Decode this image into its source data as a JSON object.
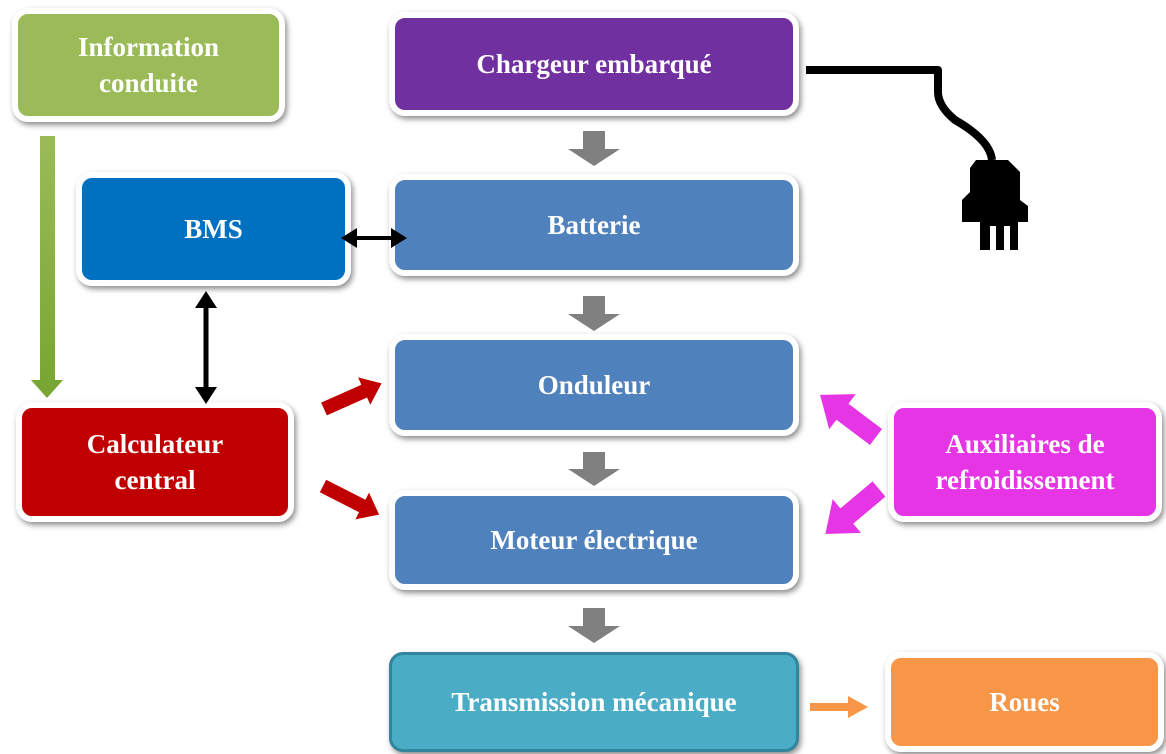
{
  "diagram": {
    "boxes": {
      "info": "Information\nconduite",
      "charger": "Chargeur embarqué",
      "bms": "BMS",
      "battery": "Batterie",
      "inverter": "Onduleur",
      "calculator": "Calculateur\ncentral",
      "auxiliaries": "Auxiliaires de\nrefroidissement",
      "motor": "Moteur électrique",
      "transmission": "Transmission mécanique",
      "wheels": "Roues"
    },
    "colors": {
      "info": "#9bbb59",
      "charger": "#7030a0",
      "bms": "#0070c0",
      "blue_blocks": "#4f81bd",
      "calculator": "#c00000",
      "auxiliaries": "#e535e5",
      "transmission": "#4bacc6",
      "wheels": "#f79646",
      "flow_arrows": "#808080",
      "control_arrows": "#c00000",
      "cooling_arrows": "#e535e5"
    },
    "connections": [
      {
        "from": "charger",
        "to": "battery",
        "style": "gray-arrow"
      },
      {
        "from": "battery",
        "to": "inverter",
        "style": "gray-arrow"
      },
      {
        "from": "inverter",
        "to": "motor",
        "style": "gray-arrow"
      },
      {
        "from": "motor",
        "to": "transmission",
        "style": "gray-arrow"
      },
      {
        "from": "transmission",
        "to": "wheels",
        "style": "orange-arrow"
      },
      {
        "from": "bms",
        "to": "battery",
        "style": "double-arrow"
      },
      {
        "from": "bms",
        "to": "calculator",
        "style": "double-arrow"
      },
      {
        "from": "info",
        "to": "calculator",
        "style": "green-arrow"
      },
      {
        "from": "calculator",
        "to": "inverter",
        "style": "red-arrow"
      },
      {
        "from": "calculator",
        "to": "motor",
        "style": "red-arrow"
      },
      {
        "from": "auxiliaries",
        "to": "inverter",
        "style": "magenta-arrow"
      },
      {
        "from": "auxiliaries",
        "to": "motor",
        "style": "magenta-arrow"
      }
    ],
    "icons": [
      "charging-plug-icon"
    ]
  }
}
